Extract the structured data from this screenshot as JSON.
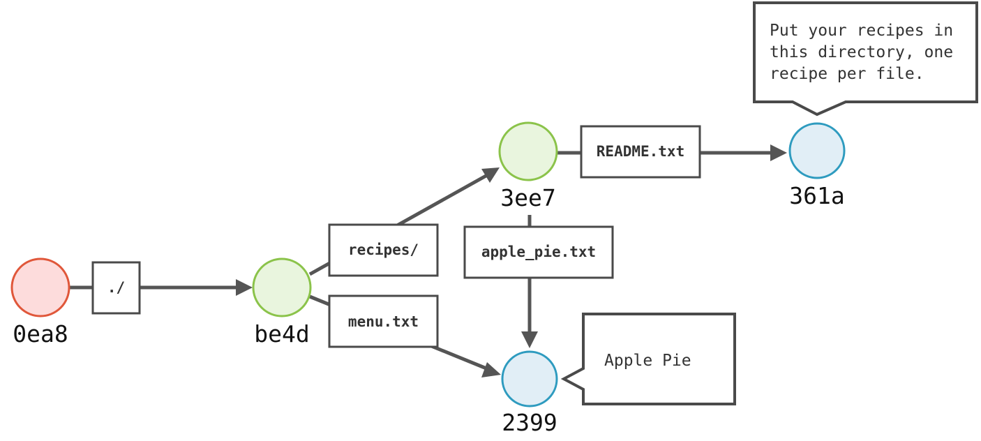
{
  "colors": {
    "commit_fill": "#fddcdc",
    "commit_stroke": "#e0573a",
    "tree_fill": "#e9f5de",
    "tree_stroke": "#8bc34a",
    "blob_fill": "#e1eef6",
    "blob_stroke": "#2e9bbf",
    "edge": "#555555",
    "box_border": "#4a4a4a"
  },
  "nodes": {
    "commit": {
      "label": "0ea8",
      "kind": "commit"
    },
    "root_tree": {
      "label": "be4d",
      "kind": "tree"
    },
    "recipes_tree": {
      "label": "3ee7",
      "kind": "tree"
    },
    "readme_blob": {
      "label": "361a",
      "kind": "blob"
    },
    "pie_blob": {
      "label": "2399",
      "kind": "blob"
    }
  },
  "edges": {
    "root": "./",
    "recipes": "recipes/",
    "menu": "menu.txt",
    "readme": "README.txt",
    "apple_pie": "apple_pie.txt"
  },
  "callouts": {
    "readme_lines": [
      "Put your recipes in",
      "this directory, one",
      "recipe per file."
    ],
    "pie": "Apple Pie"
  }
}
